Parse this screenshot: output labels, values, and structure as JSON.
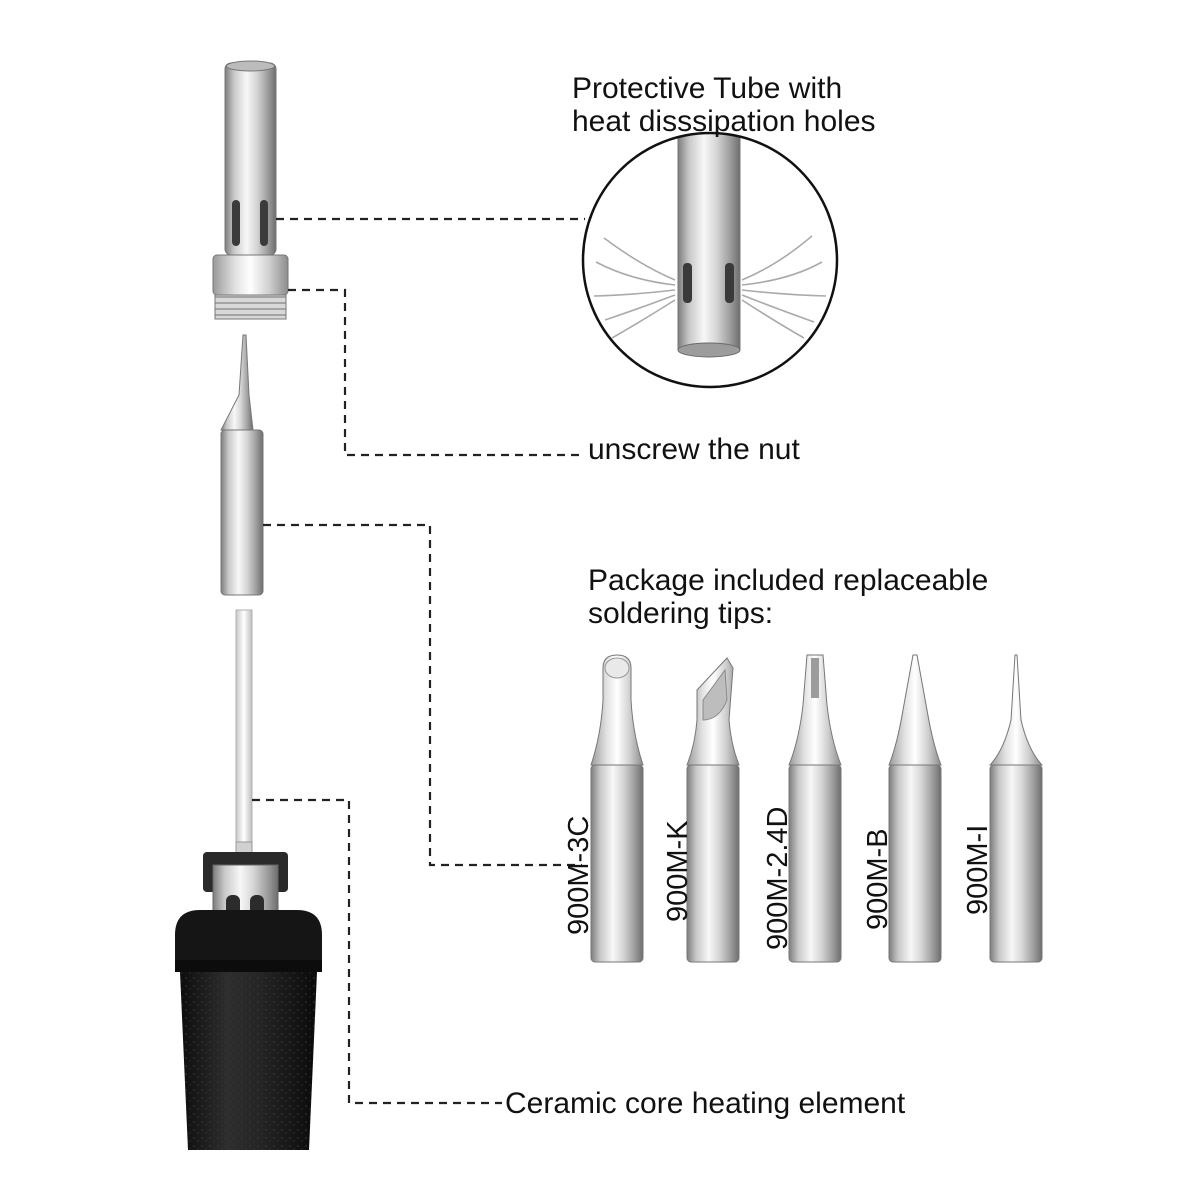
{
  "labels": {
    "protective_tube_line1": "Protective Tube with",
    "protective_tube_line2": "heat disssipation holes",
    "unscrew": "unscrew the nut",
    "package_line1": "Package included replaceable",
    "package_line2": "soldering tips:",
    "ceramic": "Ceramic core heating element"
  },
  "tips": [
    {
      "model": "900M-3C",
      "shape": "bevel"
    },
    {
      "model": "900M-K",
      "shape": "knife"
    },
    {
      "model": "900M-2.4D",
      "shape": "chisel"
    },
    {
      "model": "900M-B",
      "shape": "conical"
    },
    {
      "model": "900M-I",
      "shape": "fine-point"
    }
  ],
  "colors": {
    "metal_dark": "#8a8a8a",
    "metal_light": "#f4f4f4",
    "handle": "#1c1c1c",
    "leader_line": "#222222"
  }
}
